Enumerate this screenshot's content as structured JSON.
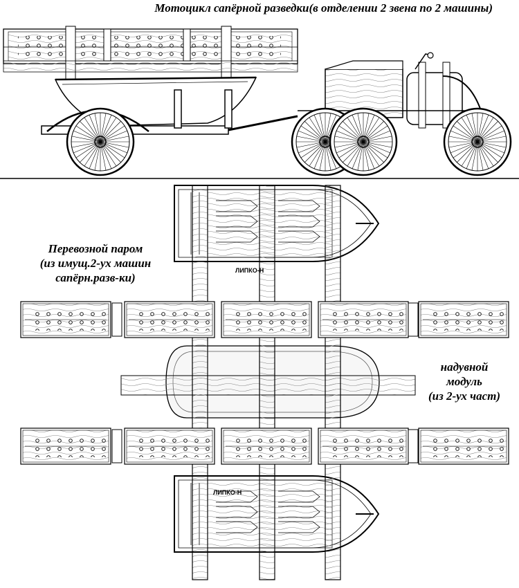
{
  "title": "Мотоцикл сапёрной разведки(в отделении 2 звена по 2 машины)",
  "ferry_label": {
    "line1": "Перевозной паром",
    "line2": "(из имущ.2-ух машин",
    "line3": "сапёрн.разв-ки)"
  },
  "module_label": {
    "line1": "надувной",
    "line2": "модуль",
    "line3": "(из 2-ух част)"
  },
  "boat_marking": "ЛИПКО-Н"
}
